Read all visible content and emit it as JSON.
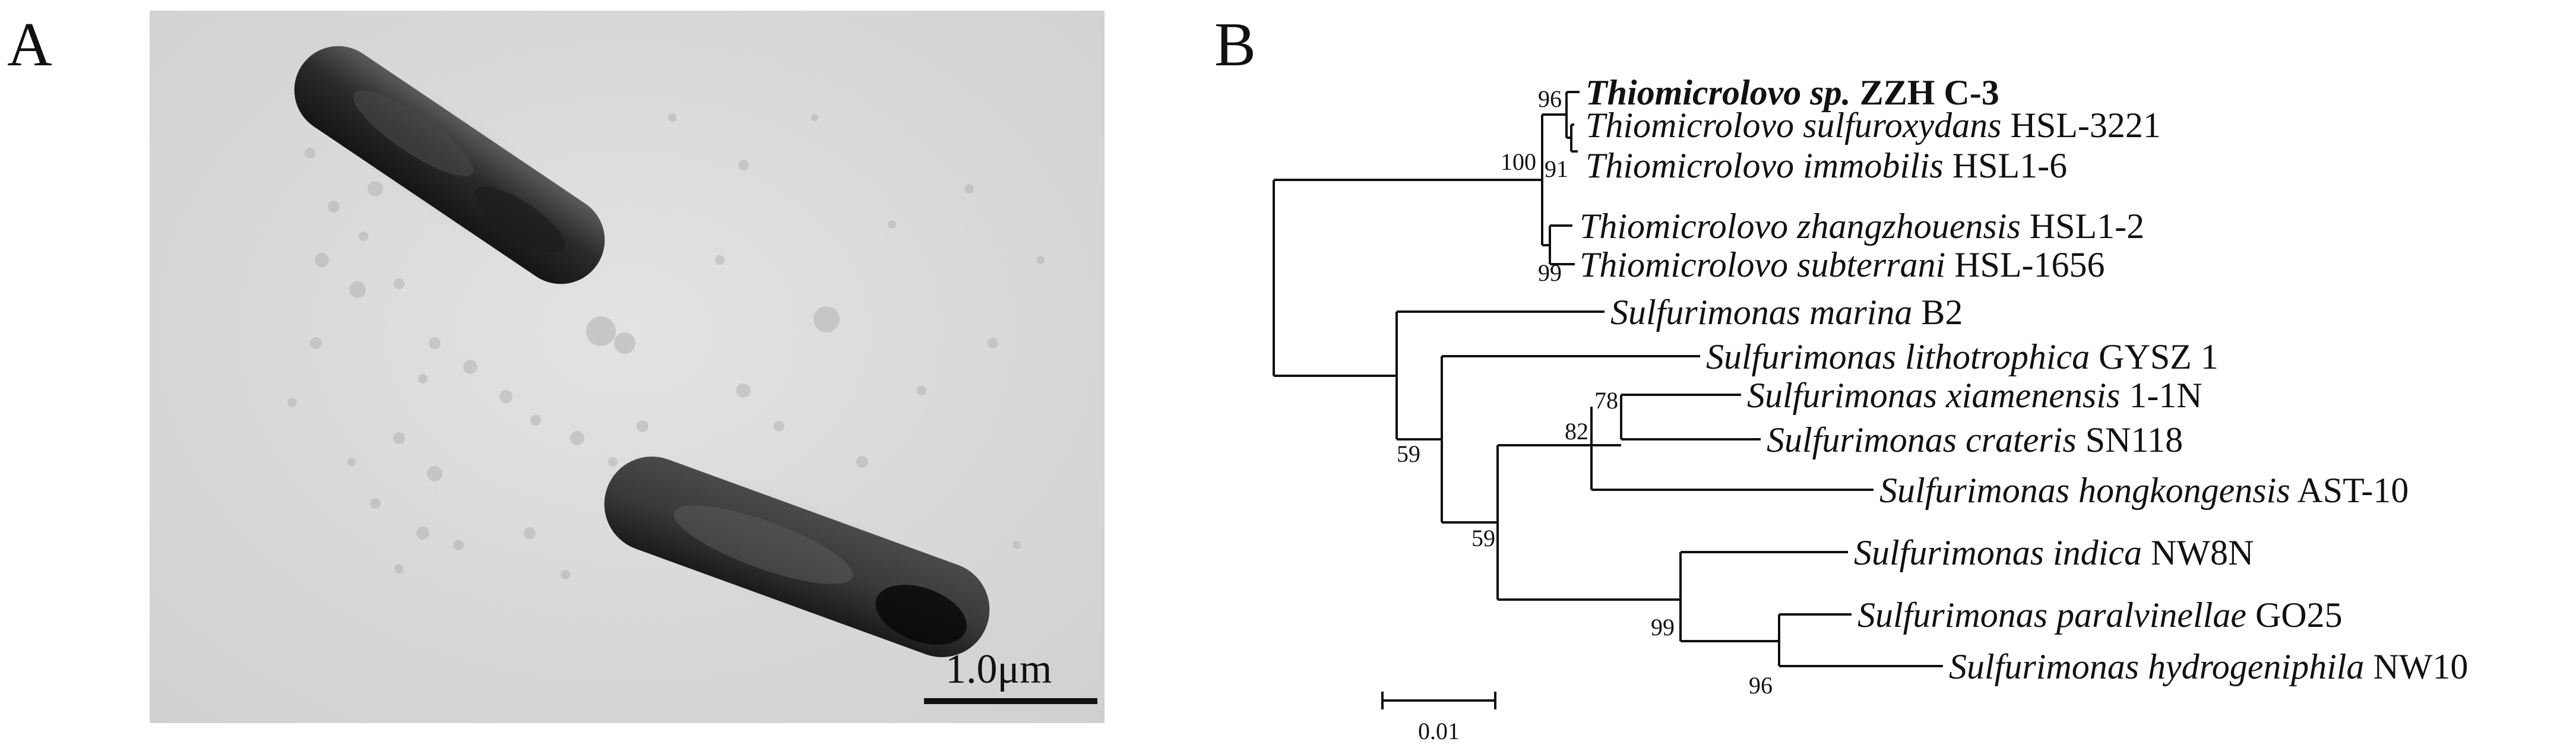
{
  "panels": {
    "a": {
      "letter": "A",
      "scale_bar_label": "1.0μm"
    },
    "b": {
      "letter": "B",
      "scale_bar_label": "0.01"
    }
  },
  "tree": {
    "taxa": [
      {
        "name": "Thiomicrolovo sp.",
        "strain": "ZZH C-3",
        "bold": true
      },
      {
        "name": "Thiomicrolovo sulfuroxydans",
        "strain": "HSL-3221"
      },
      {
        "name": "Thiomicrolovo immobilis",
        "strain": "HSL1-6"
      },
      {
        "name": "Thiomicrolovo zhangzhouensis",
        "strain": "HSL1-2"
      },
      {
        "name": "Thiomicrolovo subterrani",
        "strain": "HSL-1656"
      },
      {
        "name": "Sulfurimonas marina",
        "strain": "B2"
      },
      {
        "name": "Sulfurimonas lithotrophica",
        "strain": "GYSZ 1"
      },
      {
        "name": "Sulfurimonas xiamenensis",
        "strain": "1-1N"
      },
      {
        "name": "Sulfurimonas crateris",
        "strain": "SN118"
      },
      {
        "name": "Sulfurimonas hongkongensis",
        "strain": "AST-10"
      },
      {
        "name": "Sulfurimonas indica",
        "strain": "NW8N"
      },
      {
        "name": "Sulfurimonas paralvinellae",
        "strain": "GO25"
      },
      {
        "name": "Sulfurimonas hydrogeniphila",
        "strain": "NW10"
      }
    ],
    "support_values": [
      "96",
      "91",
      "100",
      "99",
      "78",
      "82",
      "59",
      "59",
      "99",
      "96"
    ]
  }
}
